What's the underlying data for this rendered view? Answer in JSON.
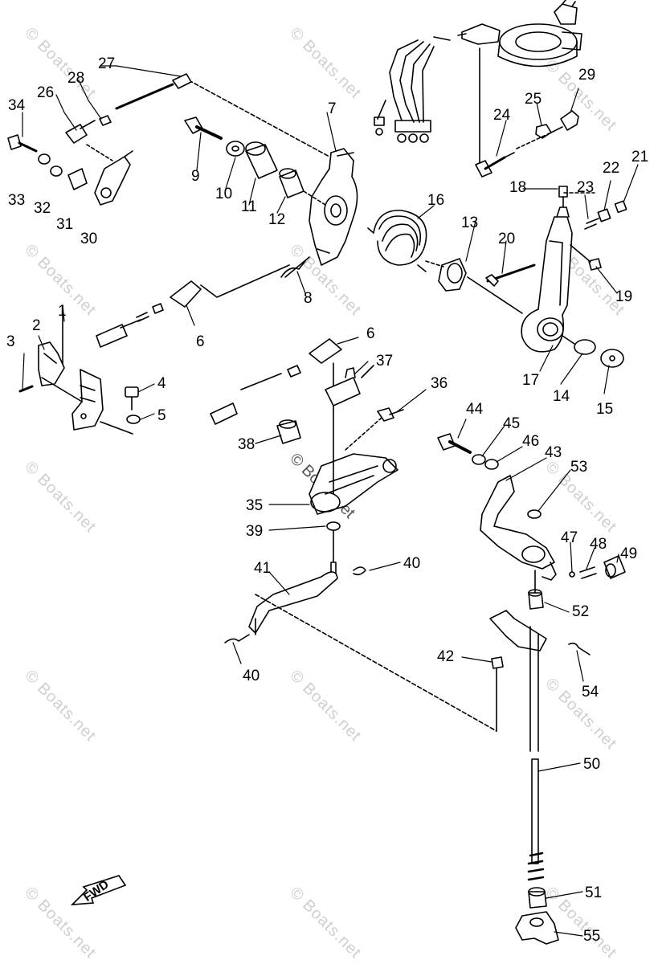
{
  "watermark": "© Boats.net",
  "center_watermark": "© Boats.net",
  "fwd_label": "FWD",
  "callouts": {
    "c1": "1",
    "c2": "2",
    "c3": "3",
    "c4": "4",
    "c5": "5",
    "c6a": "6",
    "c6b": "6",
    "c7": "7",
    "c8": "8",
    "c9": "9",
    "c10": "10",
    "c11": "11",
    "c12": "12",
    "c13": "13",
    "c14": "14",
    "c15": "15",
    "c16": "16",
    "c17": "17",
    "c18": "18",
    "c19": "19",
    "c20": "20",
    "c21": "21",
    "c22": "22",
    "c23": "23",
    "c24": "24",
    "c25": "25",
    "c26": "26",
    "c27": "27",
    "c28": "28",
    "c29": "29",
    "c30": "30",
    "c31": "31",
    "c32": "32",
    "c33": "33",
    "c34": "34",
    "c35": "35",
    "c36": "36",
    "c37": "37",
    "c38": "38",
    "c39": "39",
    "c40a": "40",
    "c40b": "40",
    "c41": "41",
    "c42": "42",
    "c43": "43",
    "c44": "44",
    "c45": "45",
    "c46": "46",
    "c47": "47",
    "c48": "48",
    "c49": "49",
    "c50": "50",
    "c51": "51",
    "c52": "52",
    "c53": "53",
    "c54": "54",
    "c55": "55"
  }
}
